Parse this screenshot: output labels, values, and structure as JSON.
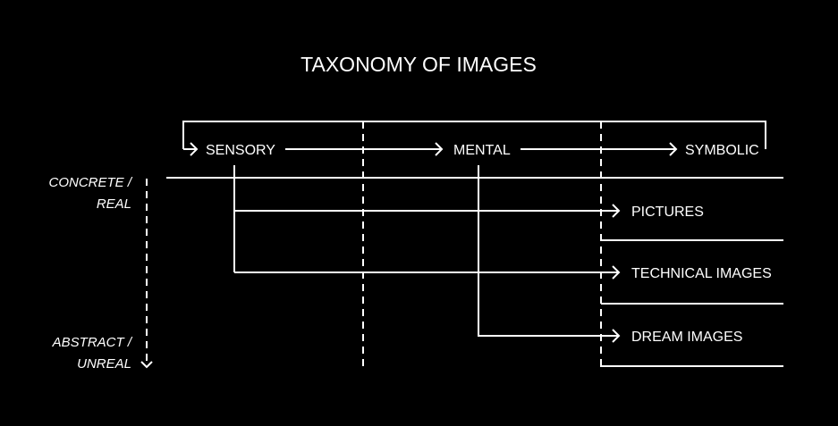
{
  "title": "TAXONOMY OF IMAGES",
  "columns": {
    "sensory": "SENSORY",
    "mental": "MENTAL",
    "symbolic": "SYMBOLIC"
  },
  "axis": {
    "top_line1": "CONCRETE /",
    "top_line2": "REAL",
    "bottom_line1": "ABSTRACT /",
    "bottom_line2": "UNREAL"
  },
  "categories": [
    "PICTURES",
    "TECHNICAL IMAGES",
    "DREAM IMAGES"
  ],
  "colors": {
    "background": "#000000",
    "foreground": "#ffffff"
  }
}
